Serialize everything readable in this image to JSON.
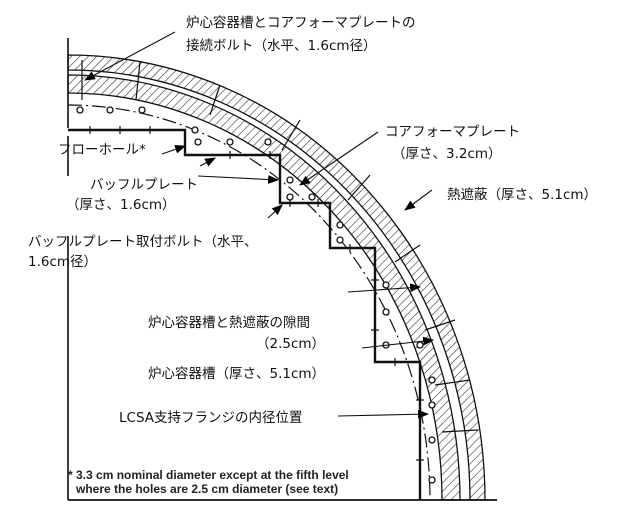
{
  "labels": {
    "vessel_bolt_1": "炉心容器槽とコアフォーマプレートの",
    "vessel_bolt_2": "接続ボルト（水平、1.6cm径）",
    "flow_hole": "フローホール*",
    "former_plate_1": "コアフォーマプレート",
    "former_plate_2": "（厚さ、3.2cm）",
    "baffle_plate_1": "バッフルプレート",
    "baffle_plate_2": "（厚さ、1.6cm）",
    "thermal_shield": "熱遮蔽（厚さ、5.1cm）",
    "baffle_bolt_1": "バッフルプレート取付ボルト（水平、",
    "baffle_bolt_2": "1.6cm径）",
    "gap_1": "炉心容器槽と熱遮蔽の隙間",
    "gap_2": "（2.5cm）",
    "core_barrel": "炉心容器槽（厚さ、5.1cm）",
    "lcsa_flange": "LCSA支持フランジの内径位置"
  },
  "footnote": {
    "line1": "* 3.3 cm nominal diameter except at the fifth level",
    "line2": "where the holes are 2.5 cm diameter (see text)"
  }
}
